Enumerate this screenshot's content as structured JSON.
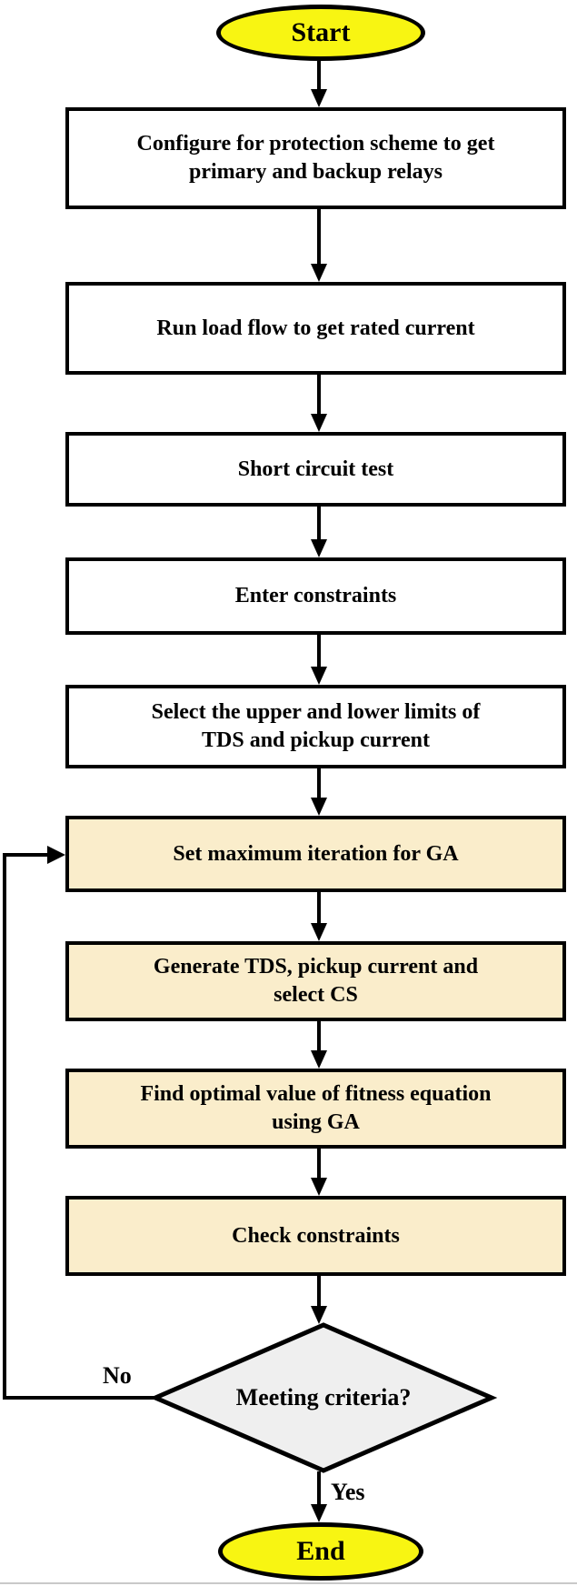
{
  "figure": {
    "type": "flowchart",
    "title": "GA-based relay coordination flowchart",
    "nodes": {
      "start": {
        "shape": "terminal",
        "label": "Start"
      },
      "configure": {
        "shape": "process",
        "label": "Configure for protection scheme to get\nprimary and backup relays"
      },
      "load_flow": {
        "shape": "process",
        "label": "Run load flow to get rated current"
      },
      "short_circuit": {
        "shape": "process",
        "label": "Short circuit test"
      },
      "enter_constraints": {
        "shape": "process",
        "label": "Enter constraints"
      },
      "select_limits": {
        "shape": "process",
        "label": "Select the upper and lower limits of\nTDS and pickup current"
      },
      "set_iteration": {
        "shape": "process-ga",
        "label": "Set maximum iteration for GA"
      },
      "generate_tds": {
        "shape": "process-ga",
        "label": "Generate TDS, pickup current and\nselect CS"
      },
      "find_optimal": {
        "shape": "process-ga",
        "label": "Find optimal value of fitness equation\nusing GA"
      },
      "check_constraints": {
        "shape": "process-ga",
        "label": "Check constraints"
      },
      "decision": {
        "shape": "decision",
        "label": "Meeting criteria?"
      },
      "end": {
        "shape": "terminal",
        "label": "End"
      }
    },
    "edge_labels": {
      "no": "No",
      "yes": "Yes"
    },
    "colors": {
      "terminal-fill": "#F8F512",
      "process-fill": "#FFFFFF",
      "ga-fill": "#FAEDCB",
      "decision-fill": "#EFEFEF",
      "stroke": "#000000"
    }
  }
}
